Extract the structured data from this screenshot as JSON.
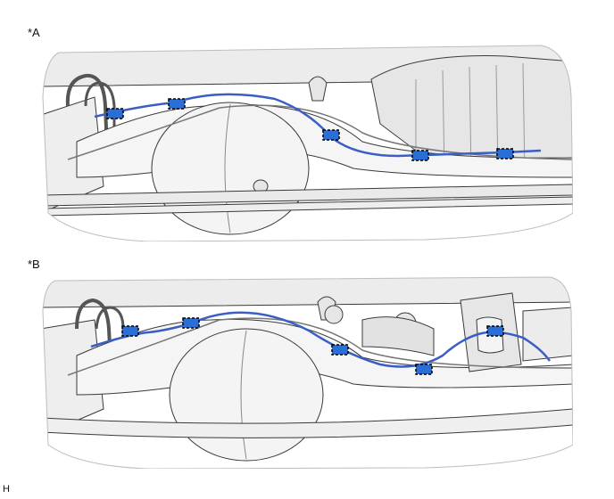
{
  "labels": {
    "view_a": "*A",
    "view_b": "*B",
    "code": "H"
  },
  "colors": {
    "harness": "#3a5fc4",
    "line": "#3a3a3a",
    "fill": "#f3f3f3",
    "shade": "#e2e2e2",
    "clamp_fill": "#2a6fd6"
  },
  "view_a": {
    "clamp_count": 5
  },
  "view_b": {
    "clamp_count": 5
  }
}
